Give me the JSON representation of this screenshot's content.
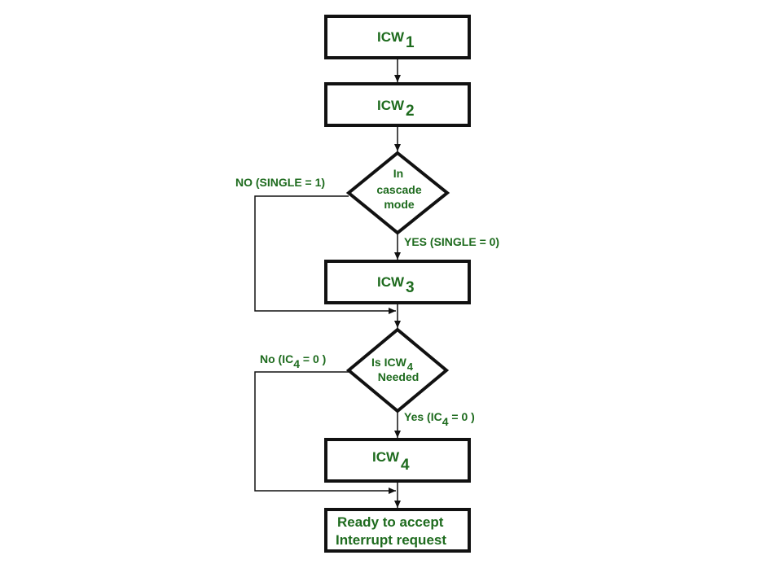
{
  "nodes": {
    "icw1": {
      "text": "ICW",
      "sub": "1"
    },
    "icw2": {
      "text": "ICW",
      "sub": "2"
    },
    "cascade_decision": {
      "line1": "In",
      "line2": "cascade",
      "line3": "mode"
    },
    "icw3": {
      "text": "ICW",
      "sub": "3"
    },
    "icw4_decision": {
      "line1_text": "Is ICW",
      "line1_sub": "4",
      "line2": "Needed"
    },
    "icw4": {
      "text": "ICW",
      "sub": "4"
    },
    "ready": {
      "line1": "Ready to accept",
      "line2": "Interrupt request"
    }
  },
  "edges": {
    "cascade_no": "NO (SINGLE = 1)",
    "cascade_yes": "YES (SINGLE = 0)",
    "icw4_no": {
      "pre": "No (IC",
      "sub": "4",
      "post": " = 0 )"
    },
    "icw4_yes": {
      "pre": "Yes  (IC",
      "sub": "4",
      "post": " = 0 )"
    }
  },
  "colors": {
    "text": "#1e6b1e",
    "stroke": "#111111"
  }
}
